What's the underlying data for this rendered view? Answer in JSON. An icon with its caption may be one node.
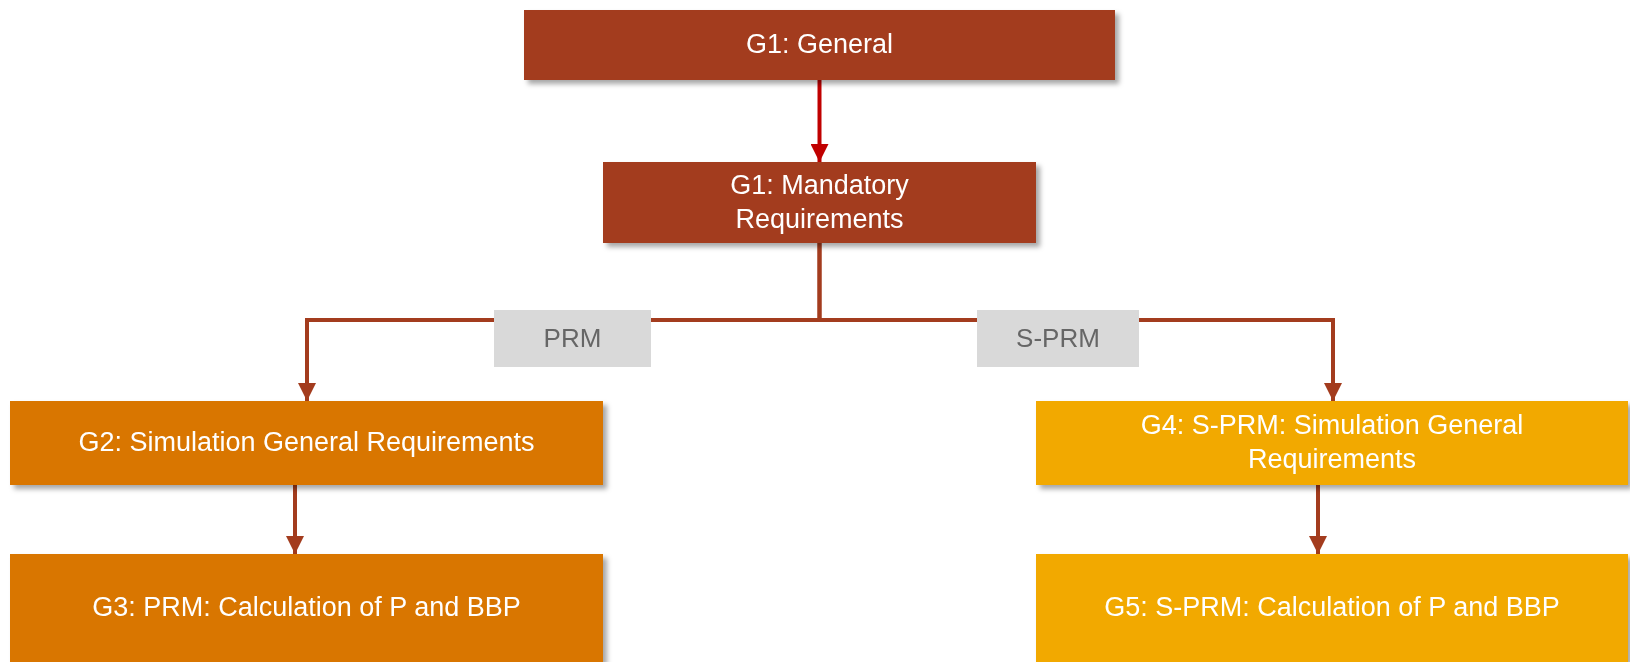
{
  "diagram": {
    "nodes": [
      {
        "text": [
          "G1: General"
        ]
      },
      {
        "text": [
          "G1: Mandatory Requirements"
        ]
      },
      {
        "text": [
          "G2: Simulation General Requirements"
        ]
      },
      {
        "text": [
          "G3: PRM: Calculation of P and BBP"
        ]
      },
      {
        "text": [
          "G4: S-PRM: Simulation General Requirements"
        ]
      },
      {
        "text": [
          "G5: S-PRM: Calculation of P and BBP"
        ]
      }
    ],
    "edges": [
      {
        "from": 0,
        "to": 1,
        "arrow": "to",
        "color": "#c00000"
      },
      {
        "from": 1,
        "to": 2,
        "arrow": "to",
        "label": "PRM"
      },
      {
        "from": 1,
        "to": 4,
        "arrow": "to",
        "label": "S-PRM"
      },
      {
        "from": 2,
        "to": 3,
        "arrow": "to"
      },
      {
        "from": 4,
        "to": 5,
        "arrow": "to"
      }
    ]
  }
}
